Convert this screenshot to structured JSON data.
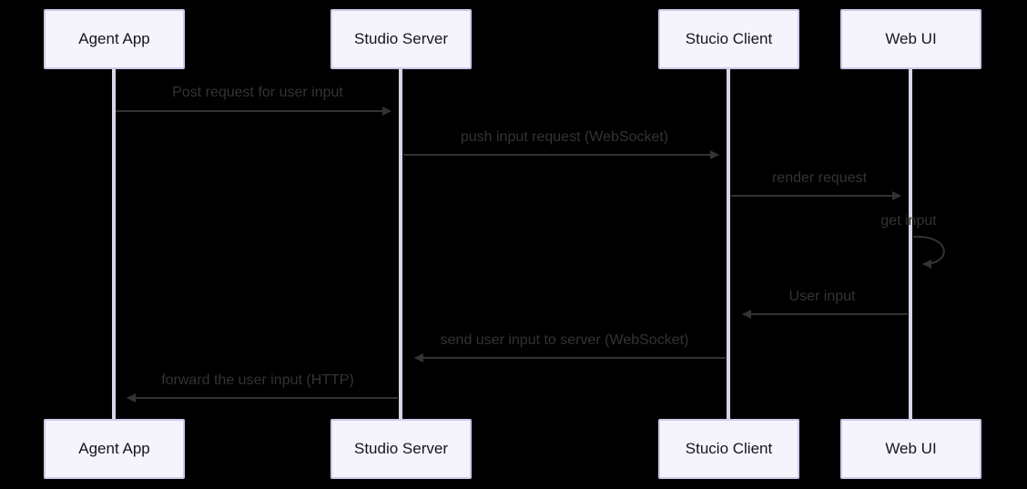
{
  "diagram": {
    "type": "sequence-diagram",
    "actors": [
      {
        "id": "agent-app",
        "label": "Agent App"
      },
      {
        "id": "studio-server",
        "label": "Studio Server"
      },
      {
        "id": "stucio-client",
        "label": "Stucio Client"
      },
      {
        "id": "web-ui",
        "label": "Web UI"
      }
    ],
    "messages": [
      {
        "from": "Agent App",
        "to": "Studio Server",
        "label": "Post request for user input"
      },
      {
        "from": "Studio Server",
        "to": "Stucio Client",
        "label": "push input request (WebSocket)"
      },
      {
        "from": "Stucio Client",
        "to": "Web UI",
        "label": "render request"
      },
      {
        "from": "Web UI",
        "to": "Web UI",
        "label": "get input"
      },
      {
        "from": "Web UI",
        "to": "Stucio Client",
        "label": "User input"
      },
      {
        "from": "Stucio Client",
        "to": "Studio Server",
        "label": "send user input to server (WebSocket)"
      },
      {
        "from": "Studio Server",
        "to": "Agent App",
        "label": "forward the user input (HTTP)"
      }
    ],
    "colors": {
      "background": "#000000",
      "actor_fill": "#f5f3fc",
      "actor_border": "#cdc9e8",
      "actor_text": "#16141f",
      "lifeline": "#d8d5e6",
      "arrow": "#333333",
      "message_text": "#333333"
    }
  }
}
